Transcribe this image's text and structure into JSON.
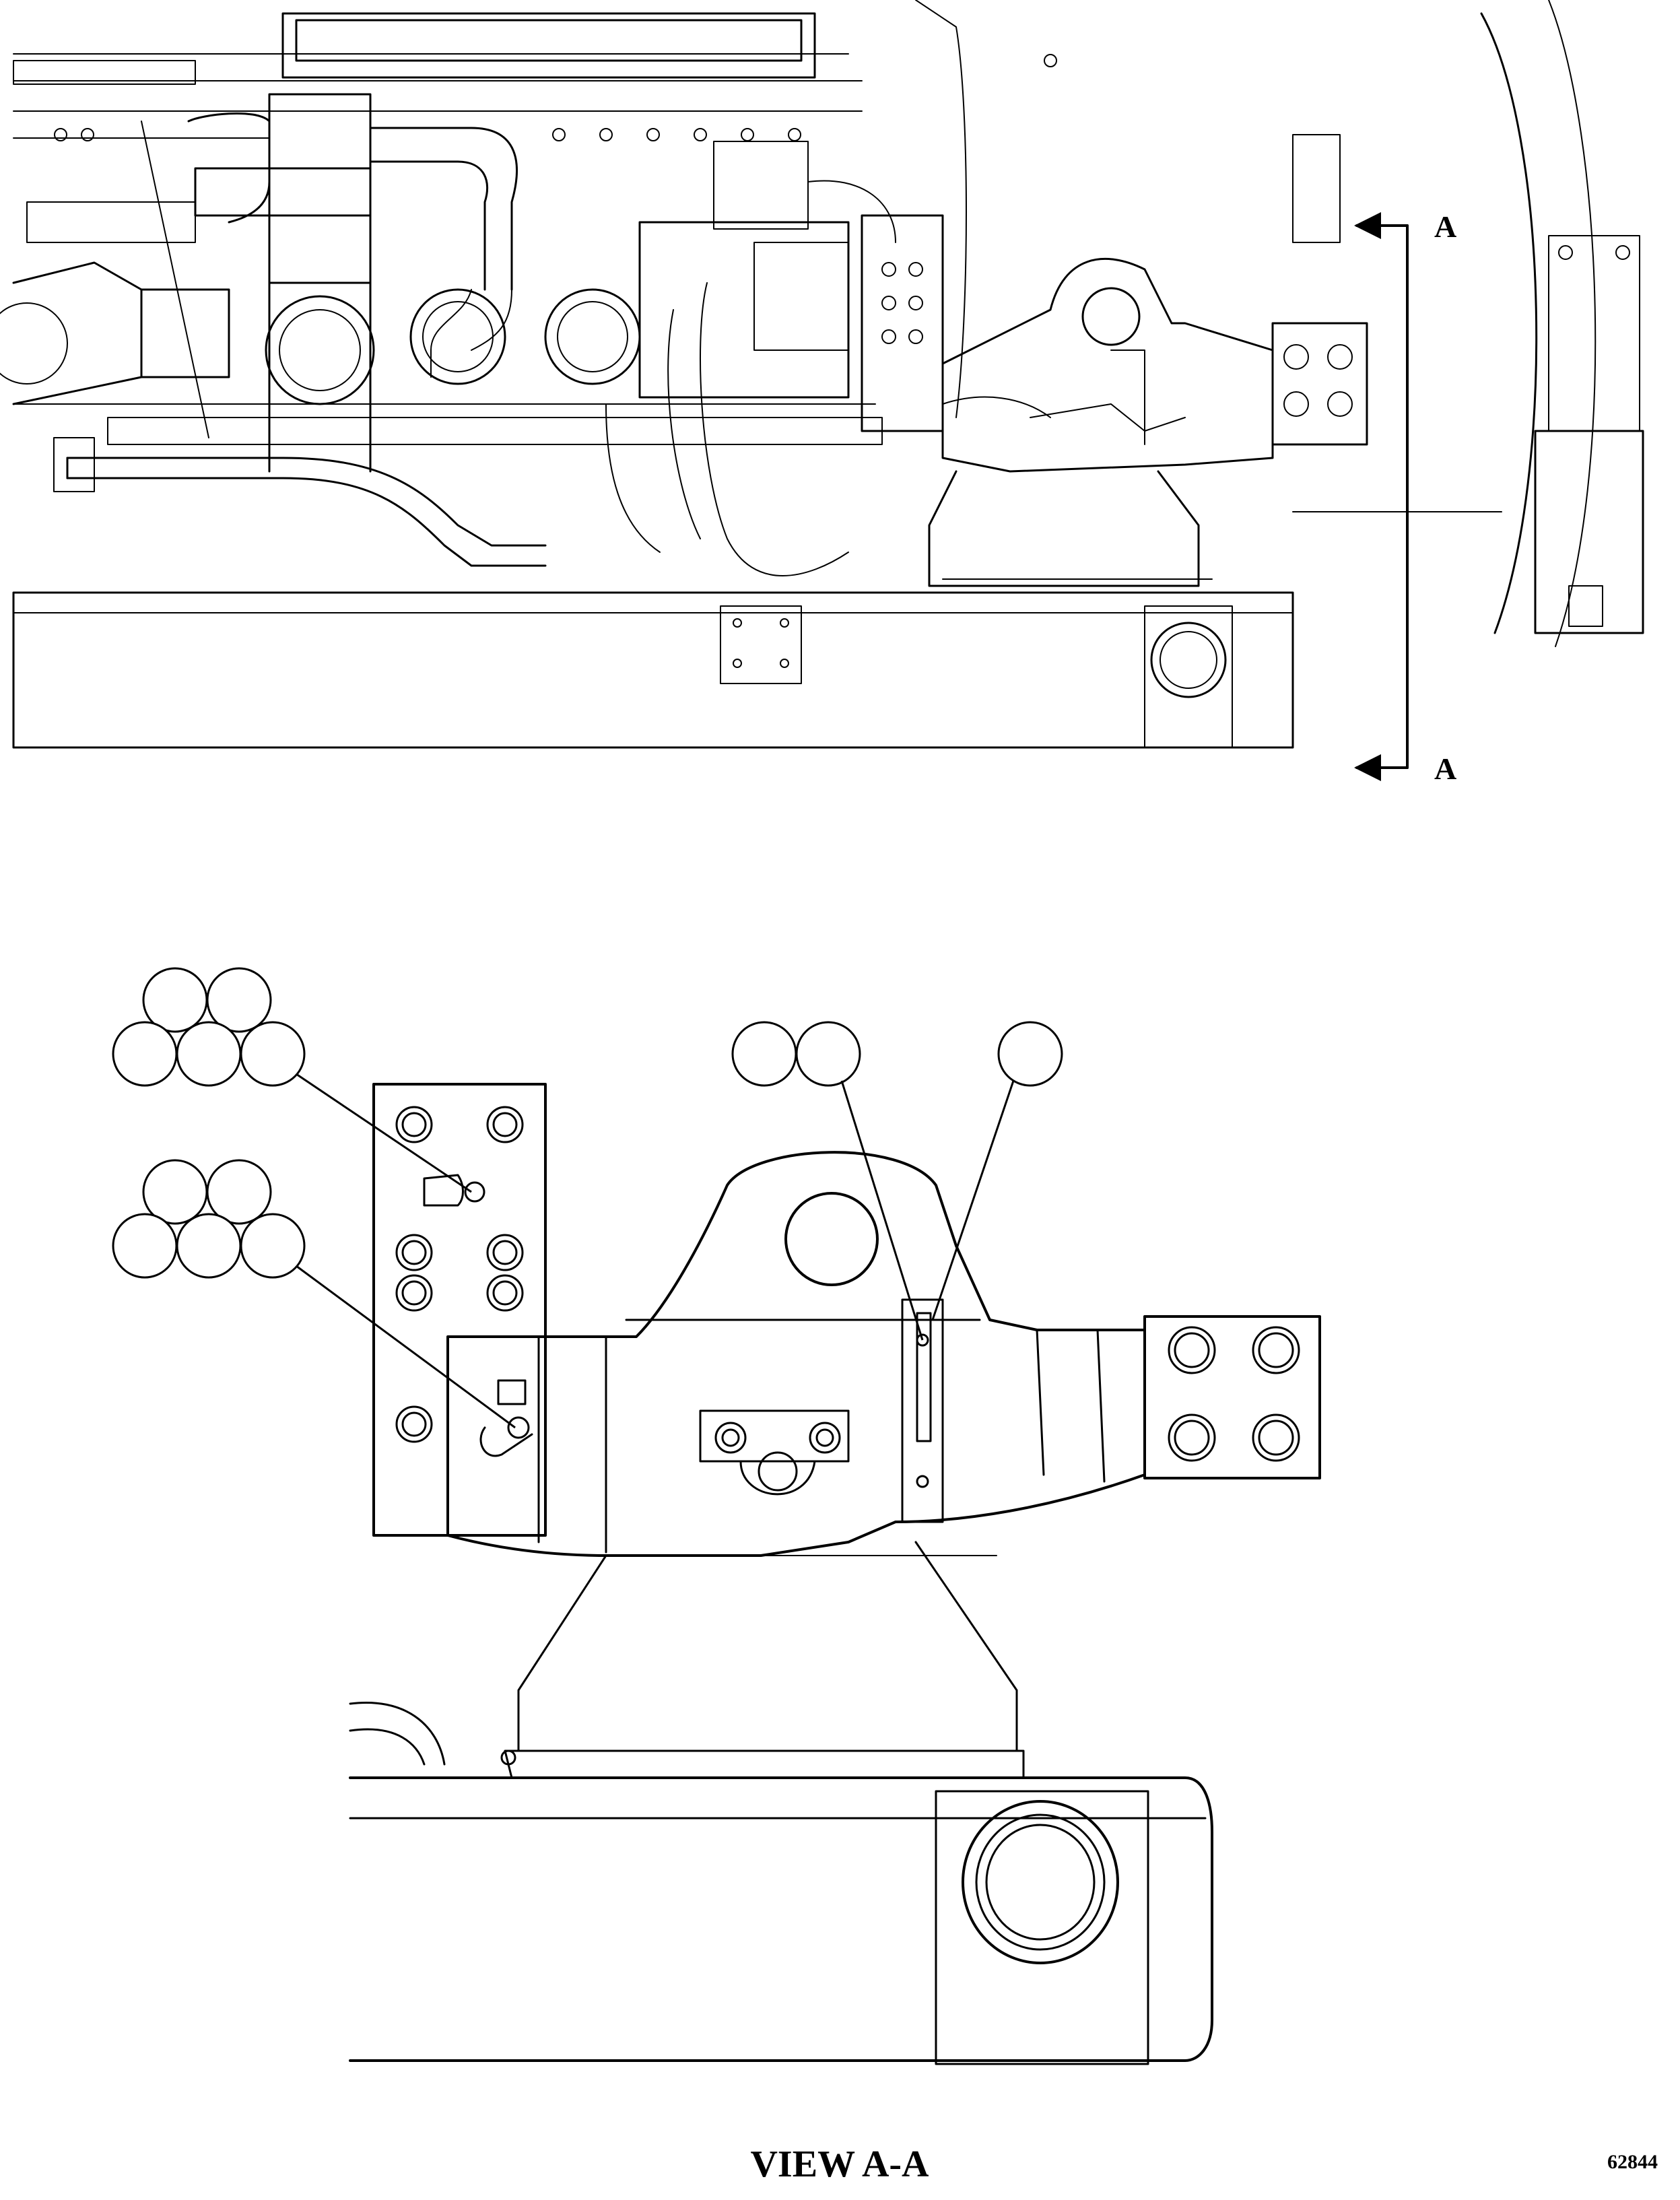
{
  "section_marker_top": "A",
  "section_marker_bottom": "A",
  "view_title": "VIEW A-A",
  "figure_number": "62844",
  "callout_groups": [
    {
      "id": "upper-left",
      "bubble_count": 5,
      "text": ""
    },
    {
      "id": "lower-left",
      "bubble_count": 5,
      "text": ""
    },
    {
      "id": "center-pair",
      "bubble_count": 2,
      "text": ""
    },
    {
      "id": "right-single",
      "bubble_count": 1,
      "text": ""
    }
  ],
  "colors": {
    "line": "#000000",
    "background": "#ffffff"
  }
}
